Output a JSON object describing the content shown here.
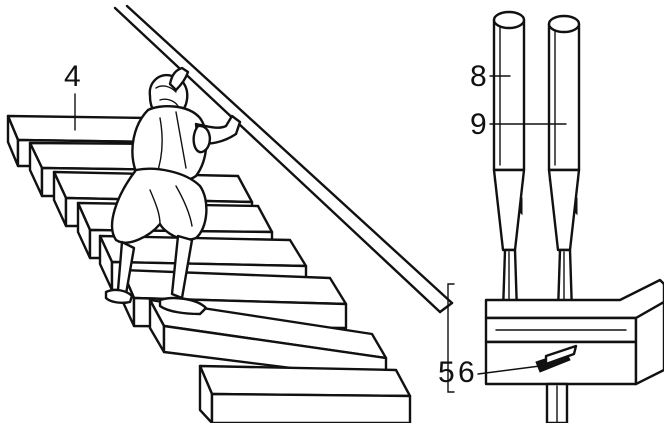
{
  "labels": {
    "key": "4",
    "pipe_front": "8",
    "pipe_back": "9",
    "wind_chest": "5",
    "valve": "6"
  }
}
